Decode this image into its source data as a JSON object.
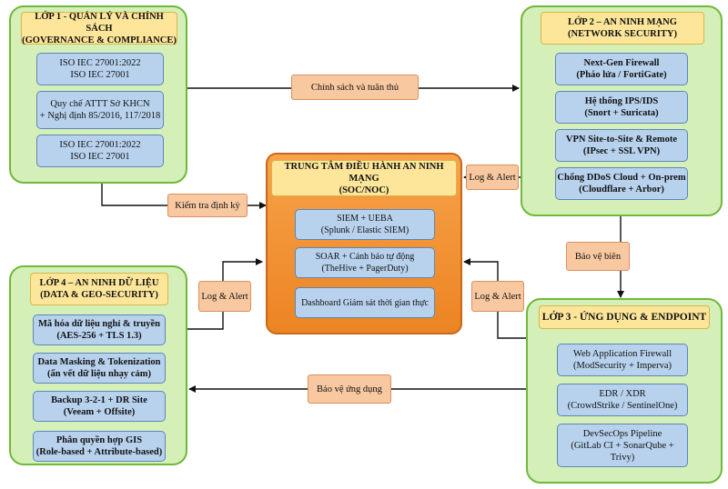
{
  "layer1": {
    "title": "LỚP 1 - QUẢN LÝ VÀ CHÍNH SÁCH",
    "subtitle": "(GOVERNANCE & COMPLIANCE)",
    "items": [
      {
        "l1": "ISO IEC 27001:2022",
        "l2": "ISO IEC 27001"
      },
      {
        "l1": "Quy chế ATTT Sở KHCN",
        "l2": "+ Nghị định 85/2016, 117/2018"
      },
      {
        "l1": "ISO IEC 27001:2022",
        "l2": "ISO IEC 27001"
      }
    ]
  },
  "layer2": {
    "title": "LỚP 2 – AN NINH MẠNG",
    "subtitle": "(NETWORK SECURITY)",
    "items": [
      {
        "l1": "Next-Gen Firewall",
        "l2": "(Pháo lửa / FortiGate)"
      },
      {
        "l1": "Hệ thống IPS/IDS",
        "l2": "(Snort + Suricata)"
      },
      {
        "l1": "VPN Site-to-Site & Remote",
        "l2": "(IPsec + SSL VPN)"
      },
      {
        "l1": "Chống DDoS Cloud + On-prem",
        "l2": "(Cloudflare + Arbor)"
      }
    ]
  },
  "layer3": {
    "title": "LỚP 3 - ỨNG DỤNG & ENDPOINT",
    "items": [
      {
        "l1": "Web Application Firewall",
        "l2": "(ModSecurity + Imperva)",
        "l3": ""
      },
      {
        "l1": "EDR / XDR",
        "l2": "(CrowdStrike / SentinelOne)",
        "l3": ""
      },
      {
        "l1": "DevSecOps Pipeline",
        "l2": "(GitLab CI + SonarQube +",
        "l3": "Trivy)"
      }
    ]
  },
  "layer4": {
    "title": "LỚP 4 – AN NINH DỮ LIỆU",
    "subtitle": "(DATA & GEO-SECURITY)",
    "items": [
      {
        "l1": "Mã hóa dữ liệu nghỉ & truyền",
        "l2": "(AES-256 + TLS 1.3)"
      },
      {
        "l1": "Data Masking & Tokenization",
        "l2": "(ẩn vết dữ liệu nhạy cảm)"
      },
      {
        "l1": "Backup 3-2-1 + DR Site",
        "l2": "(Veeam + Offsite)"
      },
      {
        "l1": "Phân quyền hợp GIS",
        "l2": "(Role-based + Attribute-based)"
      }
    ]
  },
  "soc": {
    "title": "TRUNG TÂM ĐIỀU HÀNH AN NINH MẠNG",
    "subtitle": "(SOC/NOC)",
    "items": [
      {
        "l1": "SIEM + UEBA",
        "l2": "(Splunk / Elastic SIEM)"
      },
      {
        "l1": "SOAR + Cảnh báo tự động",
        "l2": "(TheHive + PagerDuty)"
      },
      {
        "l1": "Dashboard Giám sát thời gian thực",
        "l2": ""
      }
    ]
  },
  "connectors": {
    "policy": "Chính sách và tuân thủ",
    "audit": "Kiểm tra định kỳ",
    "log_alert_net": "Log & Alert",
    "perimeter": "Bảo vệ biên",
    "log_alert_data": "Log & Alert",
    "log_alert_app": "Log & Alert",
    "app_protect": "Bảo vệ ứng dụng"
  },
  "colors": {
    "layer_fill": "#d4f0b8",
    "layer_border": "#6fb83a",
    "title_fill": "#fde69a",
    "item_fill": "#b8d2ee",
    "soc_fill": "#ef8a28",
    "connector_fill": "#f8c8a0"
  }
}
